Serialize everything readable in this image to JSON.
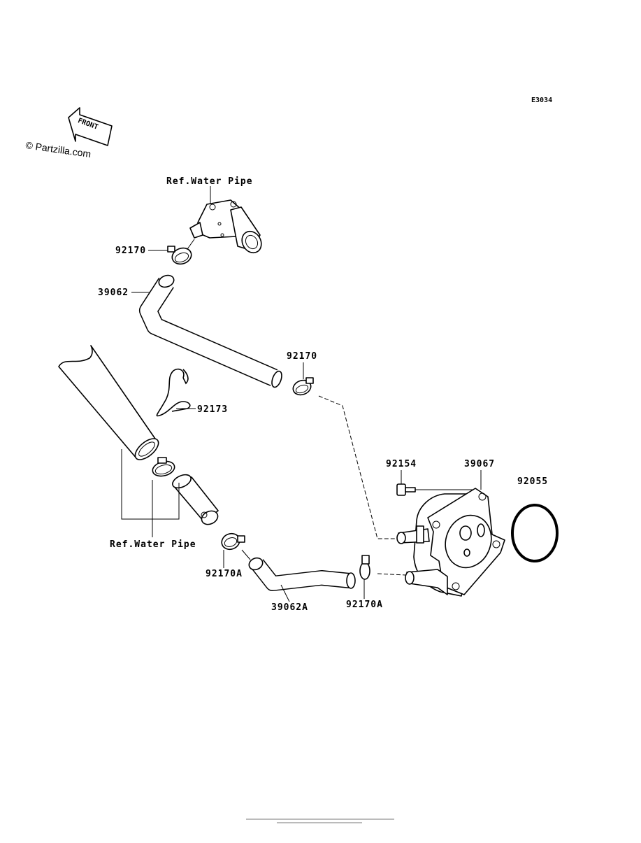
{
  "diagram": {
    "code": "E3034",
    "watermark": "© Partzilla.com",
    "front_label": "FRONT",
    "labels": {
      "ref_water_pipe_top": "Ref.Water Pipe",
      "ref_water_pipe_bottom": "Ref.Water Pipe",
      "p92170_a": "92170",
      "p39062": "39062",
      "p92170_b": "92170",
      "p92173": "92173",
      "p92154": "92154",
      "p39067": "39067",
      "p92055": "92055",
      "p92170A_left": "92170A",
      "p39062A": "39062A",
      "p92170A_right": "92170A"
    }
  }
}
